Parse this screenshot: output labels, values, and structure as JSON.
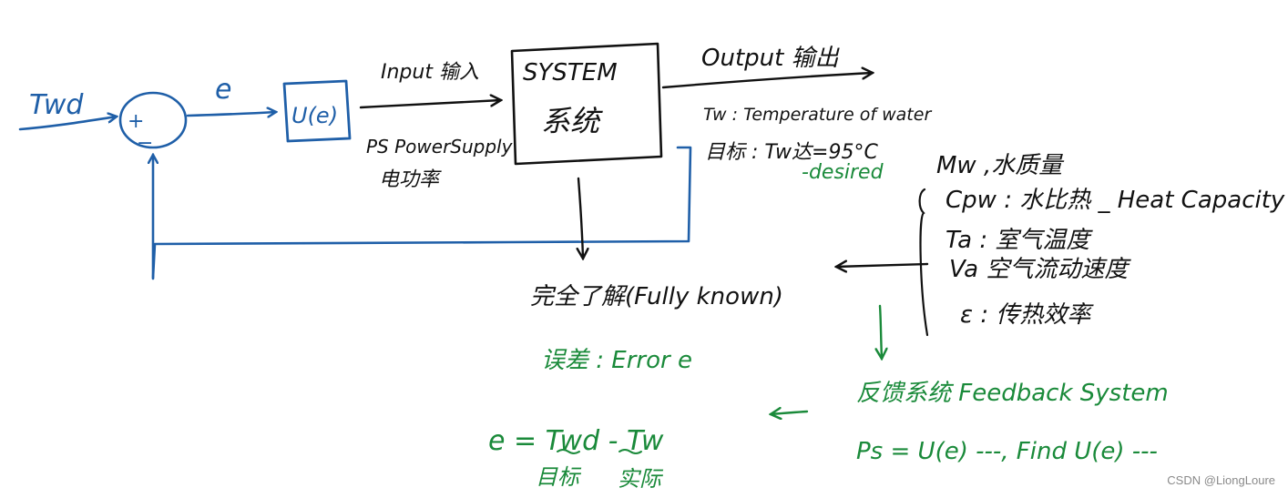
{
  "diagram": {
    "ref_label": "Twd",
    "plus_sign": "+",
    "minus_sign": "−",
    "error_label": "e",
    "controller_label": "U(e)",
    "input_label": "Input 输入",
    "ps_label": "PS PowerSupply",
    "ps_label_cn": "电功率",
    "system_label": "SYSTEM",
    "system_label_cn": "系统",
    "output_label": "Output 输出",
    "tw_label": "Tw : Temperature of water",
    "target_label": "目标 : Tw达=95°C",
    "desired_label": "-desired",
    "fully_known_label": "完全了解(Fully known)",
    "mw_label": "Mw ,水质量",
    "cpw_label": "Cpw : 水比热 _ Heat Capacity",
    "ta_label": "Ta : 室气温度",
    "va_label": "Va 空气流动速度",
    "epsilon_label": "ε : 传热效率",
    "error_note": "误差 : Error e",
    "error_formula": "e = Twd - Tw",
    "formula_target": "目标",
    "formula_actual": "实际",
    "feedback_label": "反馈系统 Feedback System",
    "ps_formula": "Ps = U(e) ---, Find U(e) ---"
  },
  "watermark": "CSDN @LiongLoure",
  "colors": {
    "blue_ink": "#1f5fa8",
    "black_ink": "#111111",
    "green_ink": "#1a8a3a"
  }
}
